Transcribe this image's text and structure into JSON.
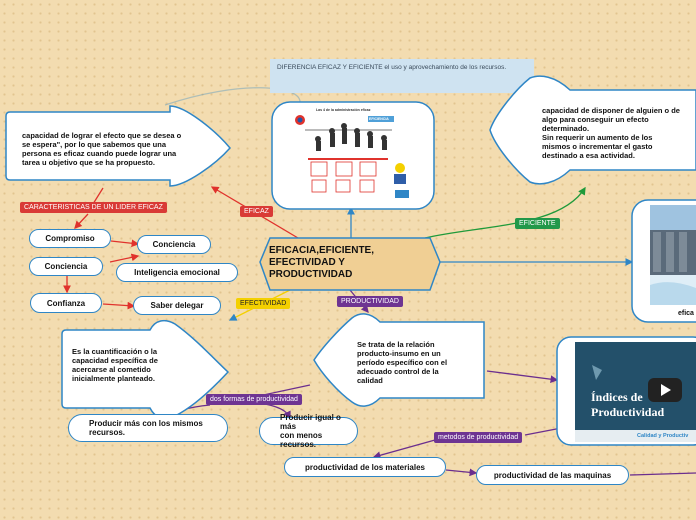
{
  "central": {
    "lines": [
      "EFICACIA,EFICIENTE,",
      "EFECTIVIDAD Y",
      "PRODUCTIVIDAD"
    ]
  },
  "note": "DIFERENCIA EFICAZ Y EFICIENTE el uso y aprovechamiento de los recursos.",
  "labels": {
    "eficaz": "EFICAZ",
    "eficiente": "EFICIENTE",
    "efectividad": "EFECTIVIDAD",
    "productividad": "PRODUCTIVIDAD",
    "caracteristicas": "CARACTERISTICAS DE UN LIDER EFICAZ",
    "dos_formas": "dos formas de productividad",
    "metodos": "metodos de productividad"
  },
  "texts": {
    "eficaz_def": [
      "capacidad de lograr el efecto que se desea o",
      "se espera\", por lo que sabemos que una",
      "persona es eficaz cuando puede lograr una",
      "tarea u objetivo que se ha propuesto."
    ],
    "eficiente_def": [
      "capacidad de disponer de alguien o de",
      "algo para conseguir un efecto",
      "determinado.",
      "Sin requerir un aumento de los",
      "mismos o incrementar el gasto",
      "destinado a esa actividad."
    ],
    "efectividad_def": [
      "Es la cuantificación o la",
      "capacidad específica de",
      "acercarse al cometido",
      "inicialmente planteado."
    ],
    "productividad_def": [
      "Se trata de la relación",
      "producto-insumo en un",
      "período específico con el",
      "adecuado control de la",
      "calidad"
    ],
    "producir_mas": [
      "Producir más con los mismos",
      "recursos."
    ],
    "producir_igual": [
      "Producir igual o más",
      "con menos recursos."
    ]
  },
  "pills": {
    "compromiso": "Compromiso",
    "conciencia1": "Conciencia",
    "conciencia2": "Conciencia",
    "inteligencia": "Inteligencia emocional",
    "confianza": "Confianza",
    "saber_delegar": "Saber delegar",
    "prod_materiales": "productividad de los materiales",
    "prod_maquinas": "productividad de las maquinas"
  },
  "image_eficaz": {
    "title": "Las 4 de la administración eficaz",
    "tag": "EFICIENCIA"
  },
  "image_right": {
    "caption": "efica"
  },
  "video": {
    "title_lines": [
      "Índices de",
      "Productividad"
    ],
    "subtitle": "Calidad y Productiv"
  },
  "colors": {
    "blue": "#2f86c6",
    "red": "#e0322c",
    "green": "#1f9a3a",
    "purple": "#6b2e8e",
    "yellow": "#f4d000",
    "label_red": "#d93a36",
    "label_green": "#22984a",
    "label_purple": "#6e3492"
  }
}
